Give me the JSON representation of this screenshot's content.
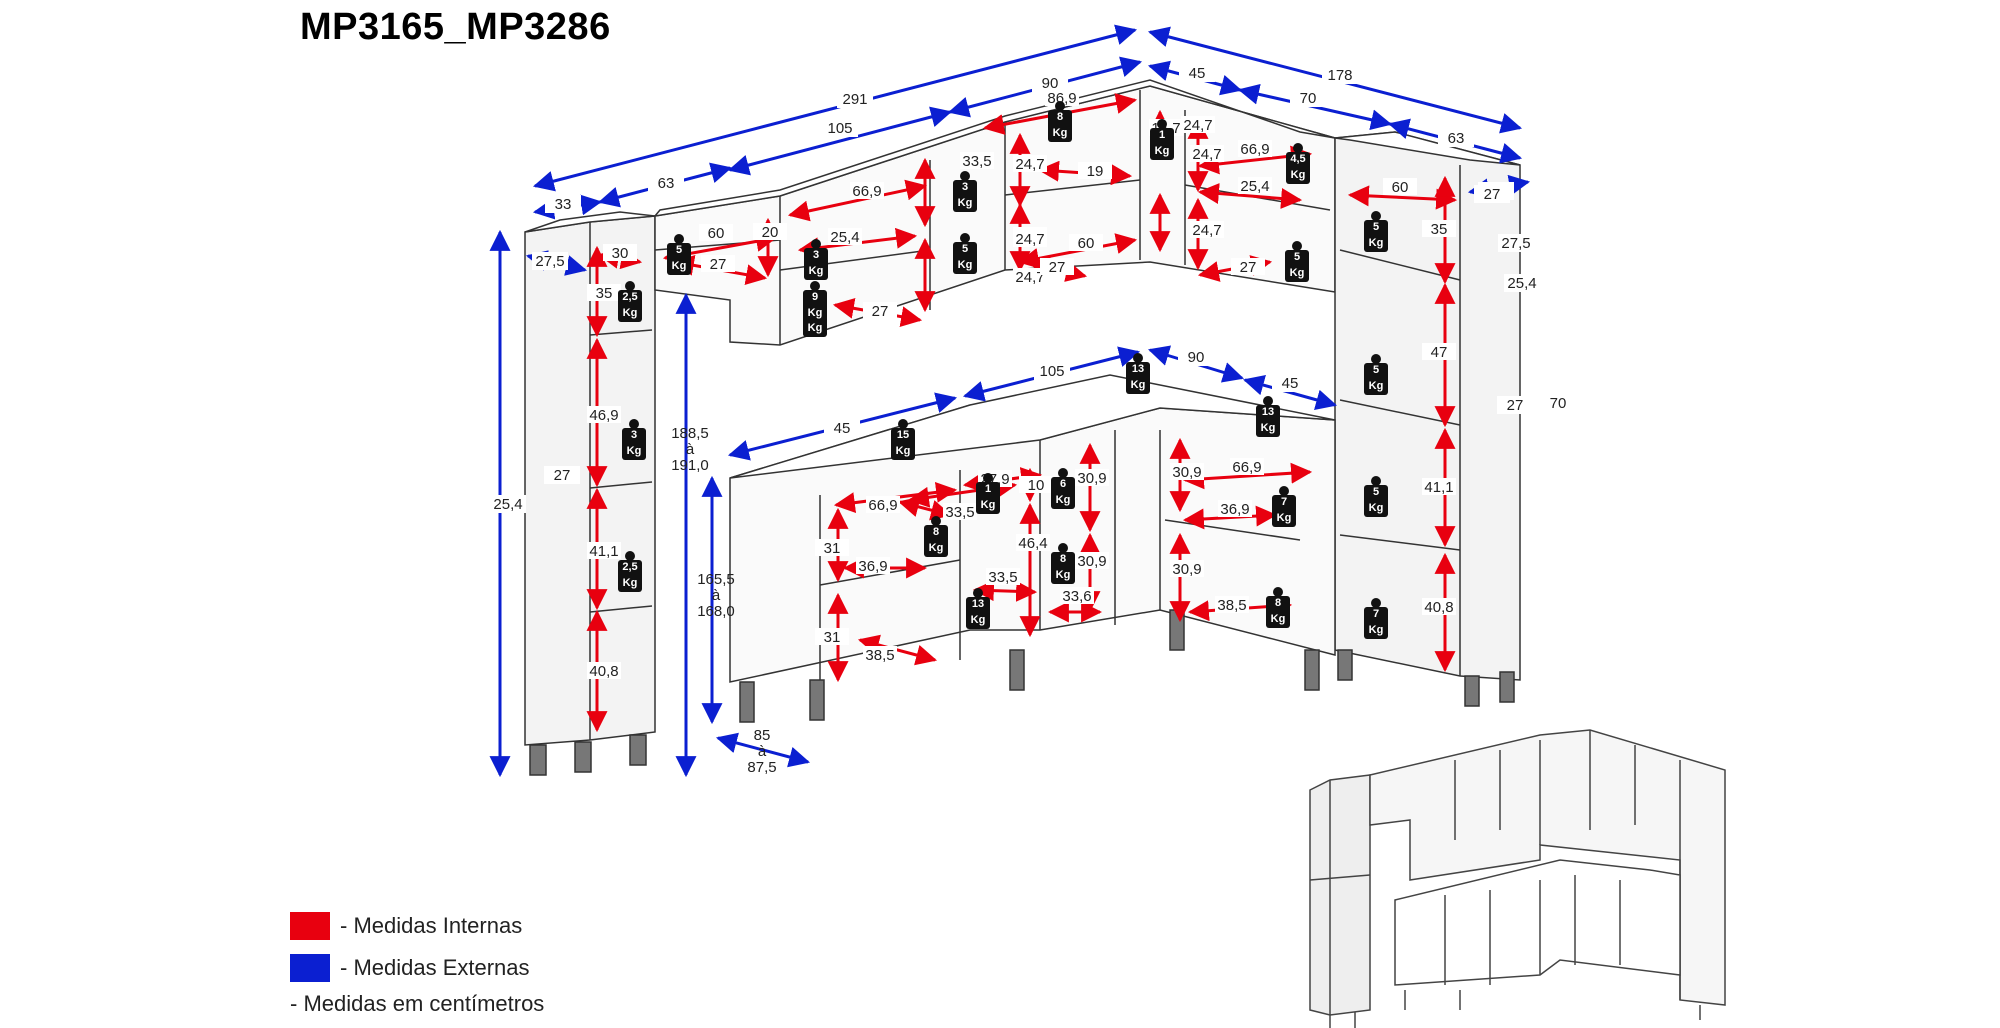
{
  "title": "MP3165_MP3286",
  "legend": {
    "internal": {
      "label": "- Medidas Internas",
      "color": "#e8000f"
    },
    "external": {
      "label": "- Medidas Externas",
      "color": "#0b1fd1"
    },
    "note": "- Medidas em centímetros"
  },
  "dimensions": {
    "external": [
      "291",
      "178",
      "105",
      "90",
      "45",
      "70",
      "63",
      "33",
      "63",
      "27,5",
      "27,5",
      "25,4",
      "188,5\nà\n191,0",
      "165,5\nà\n168,0",
      "85\nà\n87,5",
      "45",
      "105",
      "90",
      "45",
      "70",
      "27",
      "27,5",
      "27",
      "25,4",
      "27"
    ],
    "internal": [
      "86,9",
      "60",
      "20",
      "27",
      "66,9",
      "25,4",
      "27",
      "24,7",
      "24,7",
      "33,5",
      "24,7",
      "24,7",
      "24,7",
      "19",
      "60",
      "27",
      "14,7",
      "24,7",
      "66,9",
      "25,4",
      "24,7",
      "27",
      "60",
      "35",
      "47",
      "41,1",
      "40,8",
      "30",
      "35",
      "46,9",
      "41,1",
      "40,8",
      "66,9",
      "66,9",
      "33,5",
      "36,9",
      "31",
      "31",
      "38,5",
      "27,9",
      "10",
      "30,9",
      "46,4",
      "30,9",
      "33,5",
      "33,6",
      "30,9",
      "36,9",
      "30,9",
      "38,5"
    ]
  },
  "weights": [
    "5\nKg",
    "2,5\nKg",
    "3\nKg",
    "2,5\nKg",
    "3\nKg",
    "5\nKg",
    "9\nKg",
    "3\nKg",
    "5\nKg",
    "8\nKg",
    "1\nKg",
    "4,5\nKg",
    "5\nKg",
    "5\nKg",
    "5\nKg",
    "5\nKg",
    "7\nKg",
    "13\nKg",
    "15\nKg",
    "13\nKg",
    "8\nKg",
    "13\nKg",
    "1\nKg",
    "6\nKg",
    "8\nKg",
    "7\nKg",
    "8\nKg"
  ]
}
